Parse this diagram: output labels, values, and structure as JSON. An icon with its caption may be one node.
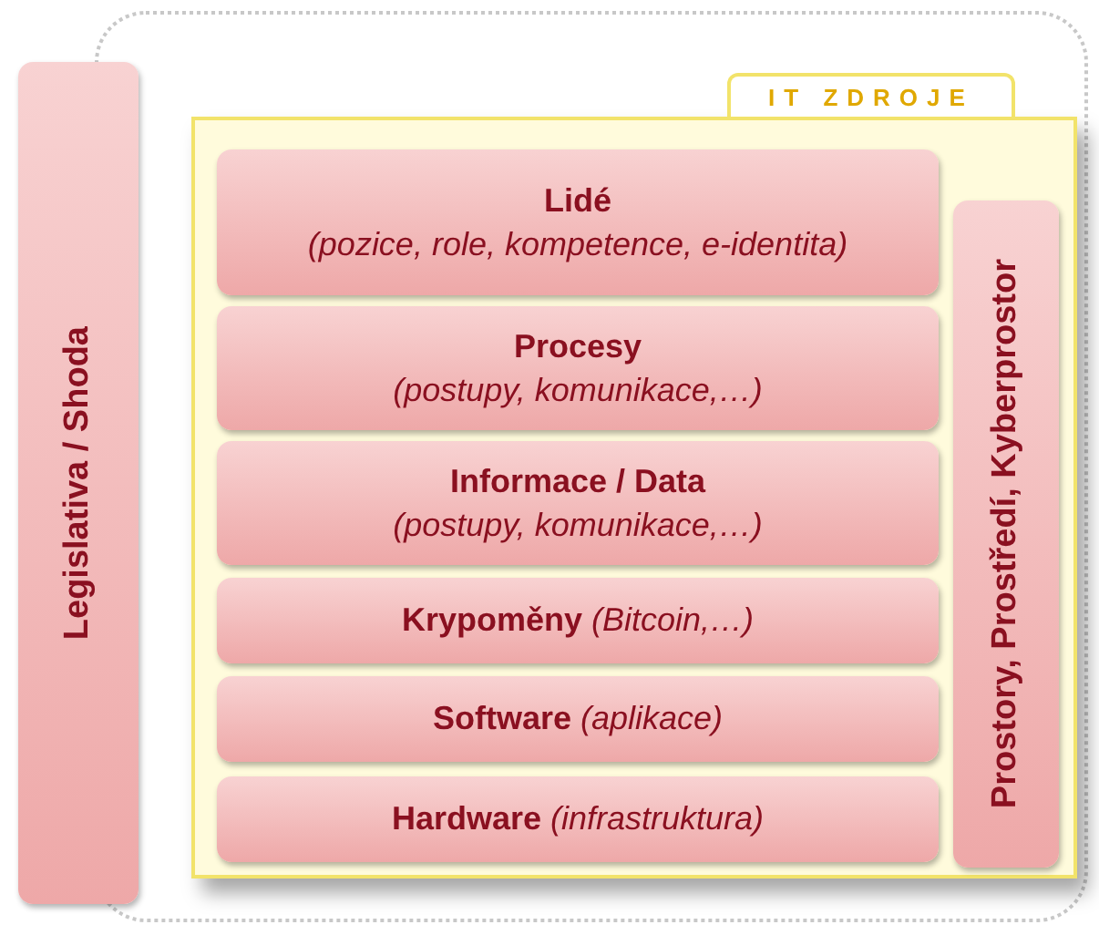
{
  "diagram": {
    "nodes": [
      {
        "text": [
          "Legislativa / Shoda"
        ]
      },
      {
        "text": [
          "IT ZDROJE"
        ]
      },
      {
        "text": [
          "Lidé",
          "(pozice, role, kompetence, e-identita)"
        ],
        "in": 1
      },
      {
        "text": [
          "Procesy",
          "(postupy, komunikace,…)"
        ],
        "in": 1
      },
      {
        "text": [
          "Informace / Data",
          "(postupy, komunikace,…)"
        ],
        "in": 1
      },
      {
        "text": [
          "**Krypoměny** *(Bitcoin,…)*"
        ],
        "in": 1
      },
      {
        "text": [
          "**Software** *(aplikace)*"
        ],
        "in": 1
      },
      {
        "text": [
          "**Hardware** *(infrastruktura)*"
        ],
        "in": 1
      },
      {
        "text": [
          "Prostory, Prostředí, Kyberprostor"
        ],
        "in": 1
      }
    ]
  }
}
